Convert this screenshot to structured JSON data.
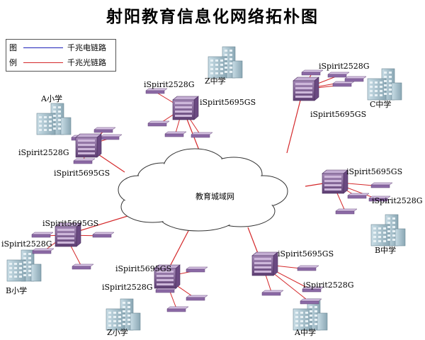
{
  "title": "射阳教育信息化网络拓朴图",
  "legend": {
    "heading": [
      "图",
      "例"
    ],
    "items": [
      {
        "label": "千兆电链路",
        "color": "#1e22b8"
      },
      {
        "label": "千兆光链路",
        "color": "#d4282a"
      }
    ]
  },
  "core": {
    "label": "教育城域网"
  },
  "sites": [
    {
      "key": "z_middle",
      "school": "Z中学",
      "core_switch": "iSpirit5695GS",
      "access_switch": "iSpirit2528G"
    },
    {
      "key": "c_middle",
      "school": "C中学",
      "core_switch": "iSpirit5695GS",
      "access_switch": "iSpirit2528G"
    },
    {
      "key": "a_primary",
      "school": "A小学",
      "core_switch": "iSpirit5695GS",
      "access_switch": "iSpirit2528G"
    },
    {
      "key": "b_middle",
      "school": "B中学",
      "core_switch": "iSpirit5695GS",
      "access_switch": "iSpirit2528G"
    },
    {
      "key": "b_primary",
      "school": "B小学",
      "core_switch": "iSpirit5695GS",
      "access_switch": "iSpirit2528G"
    },
    {
      "key": "z_primary",
      "school": "Z小学",
      "core_switch": "iSpirit5695GS",
      "access_switch": "iSpirit2528G"
    },
    {
      "key": "a_middle",
      "school": "A中学",
      "core_switch": "iSpirit5695GS",
      "access_switch": "iSpirit2528G"
    }
  ]
}
